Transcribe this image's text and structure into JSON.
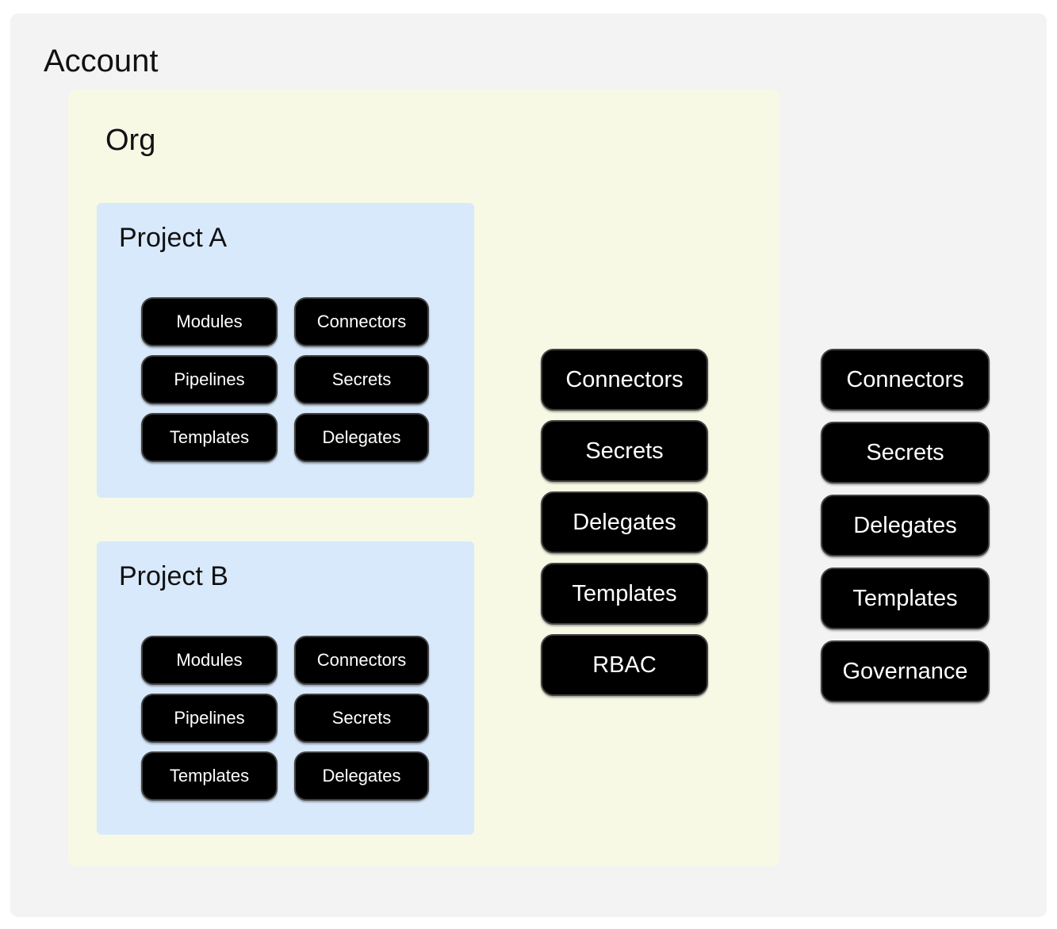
{
  "colors": {
    "page-bg": "#ffffff",
    "account-bg": "#f3f3f4",
    "org-bg": "#f7f9e5",
    "project-bg": "#d8e9fc",
    "node-bg": "#000000",
    "node-border": "#424242",
    "node-text": "#ffffff",
    "heading-text": "#111111"
  },
  "account": {
    "label": "Account",
    "resources": [
      "Connectors",
      "Secrets",
      "Delegates",
      "Templates",
      "Governance"
    ],
    "org": {
      "label": "Org",
      "resources": [
        "Connectors",
        "Secrets",
        "Delegates",
        "Templates",
        "RBAC"
      ],
      "projects": [
        {
          "label": "Project A",
          "resources": [
            "Modules",
            "Connectors",
            "Pipelines",
            "Secrets",
            "Templates",
            "Delegates"
          ]
        },
        {
          "label": "Project B",
          "resources": [
            "Modules",
            "Connectors",
            "Pipelines",
            "Secrets",
            "Templates",
            "Delegates"
          ]
        }
      ]
    }
  }
}
